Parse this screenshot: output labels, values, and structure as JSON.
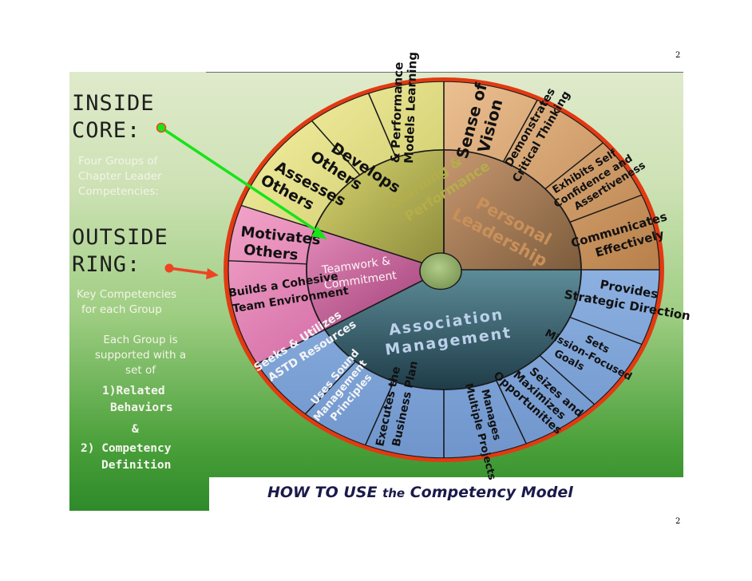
{
  "page_number": "2",
  "left_panel": {
    "inside_line1": "INSIDE",
    "inside_line2": "CORE:",
    "four_groups": [
      "Four Groups of",
      "Chapter Leader",
      "Competencies:"
    ],
    "outside_line1": "OUTSIDE",
    "outside_line2": "RING:",
    "key_comp": [
      "Key Competencies",
      "for each Group"
    ],
    "each_group": [
      "Each Group is",
      "supported with a",
      "set of"
    ],
    "related": [
      "1)Related",
      "Behaviors"
    ],
    "amp": "&",
    "competency_def": [
      "2) Competency",
      "Definition"
    ]
  },
  "footer": {
    "howto": "HOW TO USE",
    "the": "the",
    "model": "Competency Model"
  },
  "core": {
    "learning": [
      "Learning &",
      "Performance"
    ],
    "personal": [
      "Personal",
      "Leadership"
    ],
    "teamwork": [
      "Teamwork &",
      "Commitment"
    ],
    "association": [
      "Association",
      "Management"
    ]
  },
  "outer": {
    "models_learning": [
      "Models Learning",
      "& Performance"
    ],
    "develops_others": [
      "Develops",
      "Others"
    ],
    "assesses_others": [
      "Assesses",
      "Others"
    ],
    "sense_of_vision": [
      "Sense of",
      "Vision"
    ],
    "demonstrates": [
      "Demonstrates",
      "Critical Thinking"
    ],
    "exhibits": [
      "Exhibits Self",
      "Confidence and",
      "Assertiveness"
    ],
    "communicates": [
      "Communicates",
      "Effectively"
    ],
    "motivates": [
      "Motivates",
      "Others"
    ],
    "builds": [
      "Builds a Cohesive",
      "Team Environment"
    ],
    "provides": [
      "Provides",
      "Strategic Direction"
    ],
    "sets": [
      "Sets",
      "Mission-Focused",
      "Goals"
    ],
    "seizes": [
      "Seizes and",
      "Maximizes",
      "Opportunities"
    ],
    "manages": [
      "Manages",
      "Multiple Projects"
    ],
    "executes": [
      "Executes the",
      "Business Plan"
    ],
    "uses": [
      "Uses Sound",
      "Management",
      "Principles"
    ],
    "seeks": [
      "Seeks & Utilizes",
      "ASTD Resources"
    ]
  },
  "colors": {
    "learning": "#eaec8c",
    "personal": "#dfaa7a",
    "teamwork": "#e986b6",
    "association": "#8fb0e4",
    "rim": "#e23a12",
    "arrow_green": "#19e319",
    "arrow_red": "#ee4422"
  }
}
